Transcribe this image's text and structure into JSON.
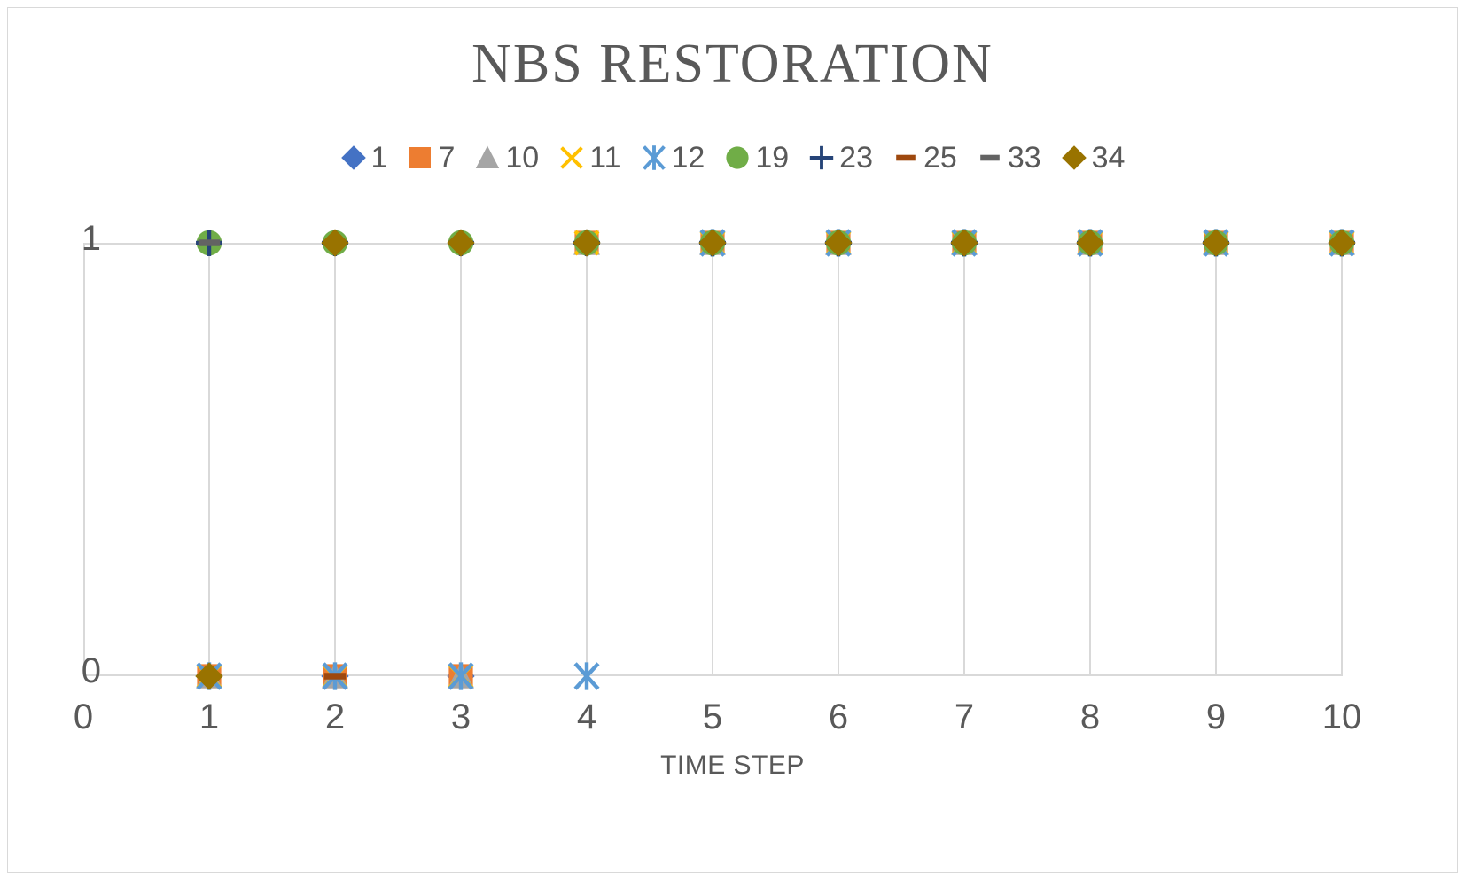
{
  "chart_data": {
    "type": "scatter",
    "title": "NBS RESTORATION",
    "xlabel": "TIME STEP",
    "ylabel": "",
    "xlim": [
      0,
      10
    ],
    "ylim": [
      0,
      1
    ],
    "xticks": [
      "0",
      "1",
      "2",
      "3",
      "4",
      "5",
      "6",
      "7",
      "8",
      "9",
      "10"
    ],
    "yticks": [
      "1",
      "0"
    ],
    "grid": "vertical",
    "legend_position": "top",
    "x": [
      1,
      2,
      3,
      4,
      5,
      6,
      7,
      8,
      9,
      10
    ],
    "series": [
      {
        "name": "1",
        "marker": "diamond",
        "color": "#4472C4",
        "values": [
          0,
          0,
          0,
          1,
          1,
          1,
          1,
          1,
          1,
          1
        ]
      },
      {
        "name": "7",
        "marker": "square",
        "color": "#ED7D31",
        "values": [
          0,
          0,
          0,
          1,
          1,
          1,
          1,
          1,
          1,
          1
        ]
      },
      {
        "name": "10",
        "marker": "triangle",
        "color": "#A5A5A5",
        "values": [
          0,
          0,
          0,
          1,
          1,
          1,
          1,
          1,
          1,
          1
        ]
      },
      {
        "name": "11",
        "marker": "x-cross",
        "color": "#FFC000",
        "values": [
          0,
          0,
          0,
          1,
          1,
          1,
          1,
          1,
          1,
          1
        ]
      },
      {
        "name": "12",
        "marker": "asterisk",
        "color": "#5B9BD5",
        "values": [
          0,
          0,
          0,
          0,
          1,
          1,
          1,
          1,
          1,
          1
        ]
      },
      {
        "name": "19",
        "marker": "circle",
        "color": "#70AD47",
        "values": [
          1,
          1,
          1,
          1,
          1,
          1,
          1,
          1,
          1,
          1
        ]
      },
      {
        "name": "23",
        "marker": "plus",
        "color": "#264478",
        "values": [
          1,
          1,
          1,
          1,
          1,
          1,
          1,
          1,
          1,
          1
        ]
      },
      {
        "name": "25",
        "marker": "dash",
        "color": "#9E480E",
        "values": [
          0,
          0,
          1,
          1,
          1,
          1,
          1,
          1,
          1,
          1
        ]
      },
      {
        "name": "33",
        "marker": "dash",
        "color": "#636363",
        "values": [
          1,
          1,
          1,
          1,
          1,
          1,
          1,
          1,
          1,
          1
        ]
      },
      {
        "name": "34",
        "marker": "diamond",
        "color": "#997300",
        "values": [
          0,
          1,
          1,
          1,
          1,
          1,
          1,
          1,
          1,
          1
        ]
      }
    ]
  },
  "colors": {
    "title_text": "#595959",
    "axis_text": "#595959",
    "gridline": "#D9D9D9",
    "frame_border": "#D9D9D9",
    "background": "#FFFFFF"
  }
}
